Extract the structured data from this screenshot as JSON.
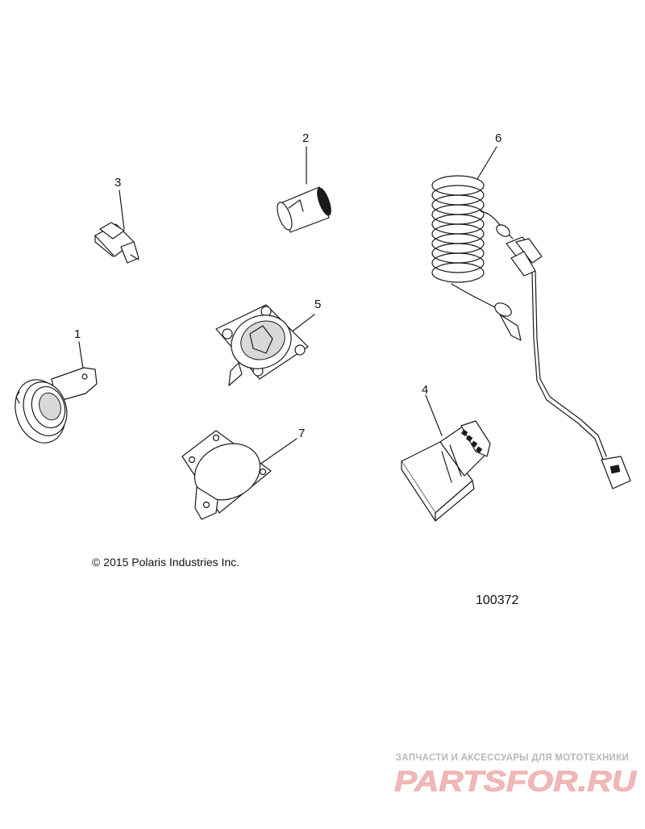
{
  "callouts": {
    "p1": "1",
    "p2": "2",
    "p3": "3",
    "p4": "4",
    "p5": "5",
    "p6": "6",
    "p7": "7"
  },
  "footer": {
    "copyright": "© 2015 Polaris Industries Inc.",
    "diagram_number": "100372"
  },
  "watermark": {
    "tagline": "ЗАПЧАСТИ И АКСЕССУАРЫ ДЛЯ МОТОТЕХНИКИ",
    "logo_text": "PARTSFOR.RU",
    "logo_color": "#f2b8b8"
  }
}
